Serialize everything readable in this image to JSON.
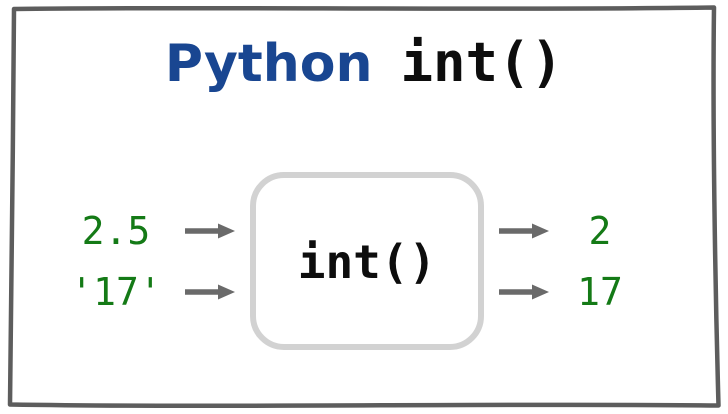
{
  "title": {
    "language": "Python",
    "function_name": "int()"
  },
  "function_box": {
    "label": "int()"
  },
  "examples": {
    "rows": [
      {
        "input": "2.5",
        "output": "2"
      },
      {
        "input": "'17'",
        "output": "17"
      }
    ]
  },
  "colors": {
    "title_blue": "#194691",
    "value_green": "#147a16",
    "arrow_gray": "#6a6a6a",
    "frame_gray": "#5d5d5d",
    "box_border_gray": "#d2d2d2",
    "code_black": "#0d0d0d",
    "background": "#ffffff"
  }
}
